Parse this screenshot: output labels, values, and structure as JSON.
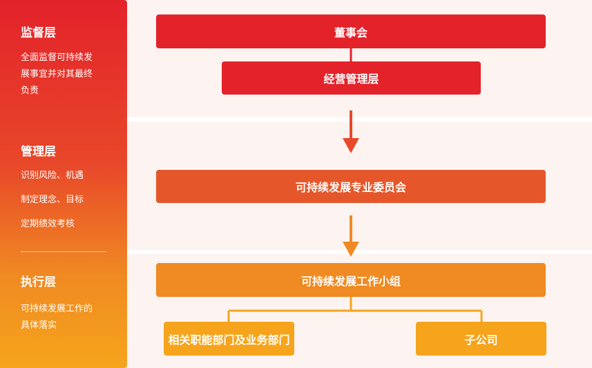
{
  "sidebar": {
    "supervision": {
      "title": "监督层",
      "desc": [
        "全面监督可持续发",
        "展事宜并对其最终",
        "负责"
      ]
    },
    "management": {
      "title": "管理层",
      "items": [
        "识别风险、机遇",
        "制定理念、目标",
        "定期绩效考核"
      ]
    },
    "execution": {
      "title": "执行层",
      "desc": [
        "可持续发展工作的",
        "具体落实"
      ]
    }
  },
  "chart": {
    "board": "董事会",
    "management_team": "经营管理层",
    "committee": "可持续发展专业委员会",
    "working_group": "可持续发展工作小组",
    "departments": "相关职能部门及业务部门",
    "subsidiaries": "子公司"
  },
  "colors": {
    "red": "#e3222a",
    "orange": "#e5572a",
    "amber": "#f08a22",
    "yellow": "#f6a41c",
    "band": "#fdf4f1"
  }
}
